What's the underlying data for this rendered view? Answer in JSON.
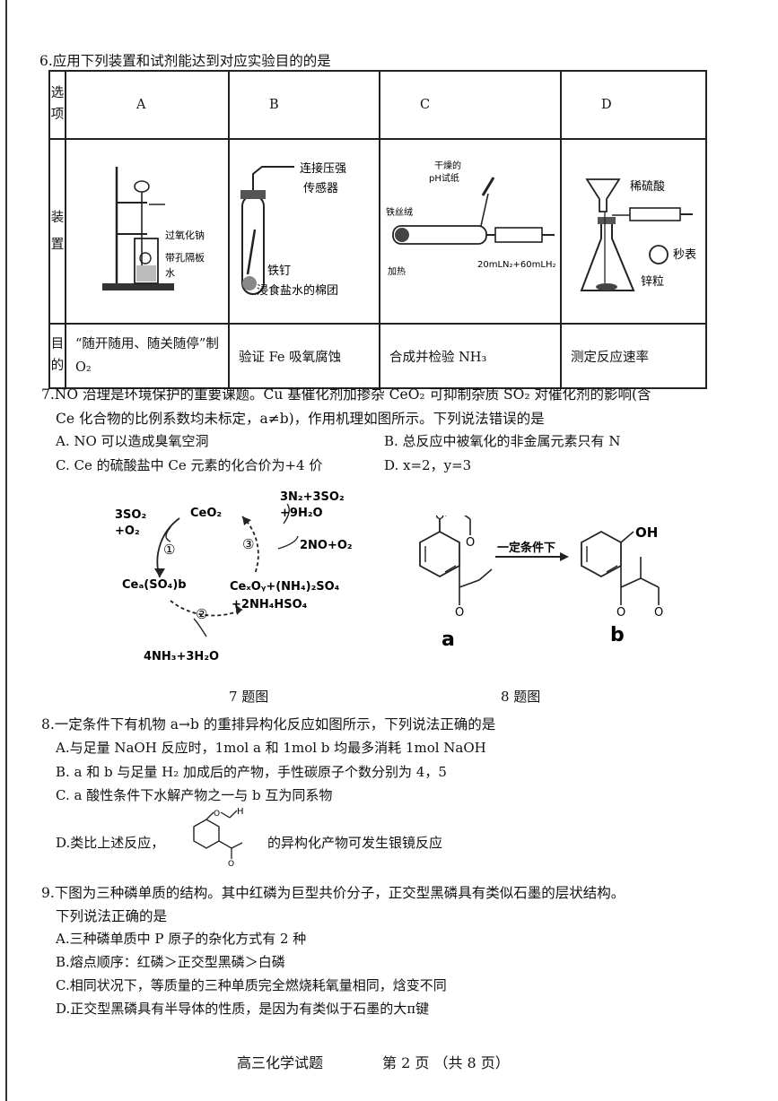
{
  "q6": {
    "stem": "6.应用下列装置和试剂能达到对应实验目的的是",
    "row_label_option": "选项",
    "row_label_apparatus": "装置",
    "row_label_purpose": "目的",
    "options": [
      "A",
      "B",
      "C",
      "D"
    ],
    "a_labels": [
      "过氧化钠",
      "带孔隔板",
      "水"
    ],
    "b_labels": [
      "连接压强",
      "传感器",
      "铁钉",
      "浸食盐水的棉团"
    ],
    "c_labels": [
      "干燥的",
      "pH试纸",
      "铁丝绒",
      "加热",
      "20mLN₂+60mLH₂"
    ],
    "d_labels": [
      "稀硫酸",
      "秒表",
      "锌粒"
    ],
    "purposes": [
      "“随开随用、随关随停”制 O₂",
      "验证 Fe 吸氧腐蚀",
      "合成并检验 NH₃",
      "测定反应速率"
    ]
  },
  "q7": {
    "stem_line1": "7.NO 治理是环境保护的重要课题。Cu 基催化剂加掺杂 CeO₂ 可抑制杂质 SO₂ 对催化剂的影响(含",
    "stem_line2": "Ce 化合物的比例系数均未标定，a≠b)，作用机理如图所示。下列说法错误的是",
    "A": "A. NO 可以造成臭氧空洞",
    "B": "B. 总反应中被氧化的非金属元素只有 N",
    "C": "C. Ce 的硫酸盐中 Ce 元素的化合价为+4 价",
    "D": "D. x=2，y=3",
    "diagram": {
      "ceo2": "CeO₂",
      "in1": "3SO₂",
      "in1b": "+O₂",
      "cesulfate": "Ceₐ(SO₄)b",
      "cexoy": "CeₓOᵧ+(NH₄)₂SO₄",
      "cexoy2": "+2NH₄HSO₄",
      "in2": "4NH₃+3H₂O",
      "out3a": "3N₂+3SO₂",
      "out3b": "+9H₂O",
      "in3": "2NO+O₂",
      "step1": "①",
      "step2": "②",
      "step3": "③"
    },
    "caption": "7 题图"
  },
  "q8fig": {
    "arrow_label": "一定条件下",
    "oh": "OH",
    "label_a": "a",
    "label_b": "b",
    "caption": "8 题图"
  },
  "q8": {
    "stem": "8.一定条件下有机物 a→b 的重排异构化反应如图所示，下列说法正确的是",
    "A": "A.与足量 NaOH 反应时，1mol a 和 1mol b 均最多消耗 1mol NaOH",
    "B": "B. a 和 b 与足量 H₂ 加成后的产物，手性碳原子个数分别为 4，5",
    "C": "C. a 酸性条件下水解产物之一与 b 互为同系物",
    "D_pre": "D.类比上述反应，",
    "D_post": "的异构化产物可发生银镜反应",
    "h_label": "H"
  },
  "q9": {
    "stem_line1": "9.下图为三种磷单质的结构。其中红磷为巨型共价分子，正交型黑磷具有类似石墨的层状结构。",
    "stem_line2": "下列说法正确的是",
    "A": "A.三种磷单质中 P 原子的杂化方式有 2 种",
    "B": "B.熔点顺序：红磷＞正交型黑磷＞白磷",
    "C": "C.相同状况下，等质量的三种单质完全燃烧耗氧量相同，焓变不同",
    "D": "D.正交型黑磷具有半导体的性质，是因为有类似于石墨的大π键"
  },
  "footer": {
    "subject": "高三化学试题",
    "page": "第 2 页 （共 8 页）"
  }
}
